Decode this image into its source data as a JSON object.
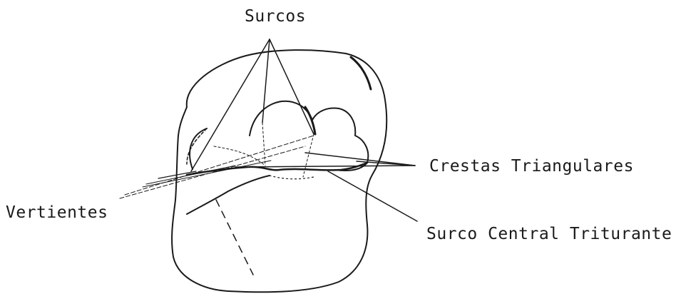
{
  "figure": {
    "labels": {
      "surcos": "Surcos",
      "crestas_triangulares": "Crestas Triangulares",
      "vertientes": "Vertientes",
      "surco_central_triturante": "Surco Central Triturante"
    }
  }
}
